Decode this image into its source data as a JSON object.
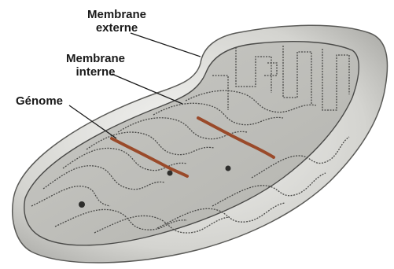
{
  "labels": {
    "outer_membrane": [
      "Membrane",
      "externe"
    ],
    "inner_membrane": [
      "Membrane",
      "interne"
    ],
    "genome": "Génome"
  },
  "colors": {
    "background": "#ffffff",
    "outer_surface": "#d9d9d6",
    "membrane_line": "#4a4a48",
    "genome": "#9a4a2a",
    "label_text": "#1a1a1a"
  }
}
